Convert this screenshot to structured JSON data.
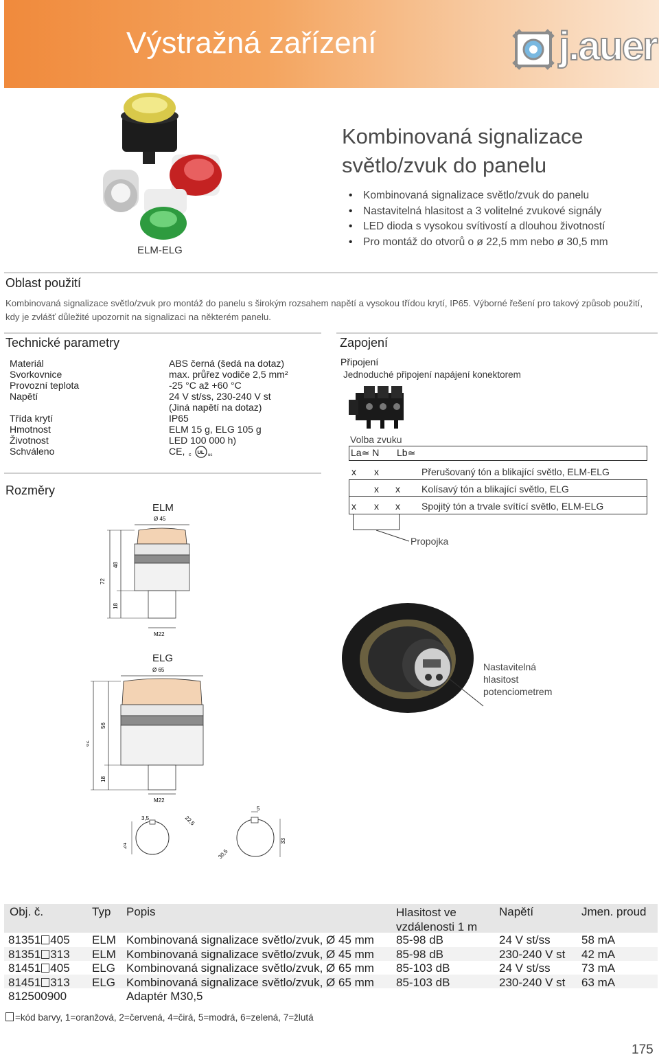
{
  "header": {
    "title": "Výstražná zařízení",
    "logo_text": "j.auer"
  },
  "product": {
    "caption": "ELM-ELG",
    "title_line1": "Kombinovaná signalizace",
    "title_line2": "světlo/zvuk do panelu",
    "bullets": [
      "Kombinovaná signalizace světlo/zvuk do panelu",
      "Nastavitelná hlasitost a 3 volitelné zvukové signály",
      "LED dioda s vysokou svítivostí a dlouhou životností",
      "Pro montáž do otvorů o ø 22,5 mm nebo ø 30,5 mm"
    ]
  },
  "usage": {
    "heading": "Oblast použití",
    "text": "Kombinovaná signalizace světlo/zvuk pro montáž do panelu s širokým rozsahem napětí a vysokou třídou krytí, IP65. Výborné řešení pro takový způsob použití, kdy je zvlášť důležité upozornit na signalizaci na některém panelu."
  },
  "specs": {
    "heading": "Technické parametry",
    "labels": [
      "Materiál",
      "Svorkovnice",
      "Provozní teplota",
      "Napětí",
      "",
      "Třída krytí",
      "Hmotnost",
      "Životnost",
      "Schváleno"
    ],
    "values": [
      "ABS černá (šedá na dotaz)",
      "max. průřez vodiče 2,5 mm²",
      "-25 °C až +60 °C",
      "24 V st/ss, 230-240 V st",
      "(Jiná napětí na dotaz)",
      "IP65",
      "ELM 15 g, ELG 105 g",
      "LED 100 000 h)",
      "CE,"
    ],
    "ul_mark": {
      "c": "c",
      "ul": "UL",
      "us": "us"
    }
  },
  "connection": {
    "heading": "Zapojení",
    "subheading": "Připojení",
    "description": "Jednoduché připojení napájení konektorem",
    "sound_label": "Volba zvuku",
    "col_la": "La≃ N",
    "col_lb": "Lb≃",
    "rows": [
      {
        "marks": [
          "x",
          "x",
          ""
        ],
        "desc": "Přerušovaný tón a blikající světlo, ELM-ELG"
      },
      {
        "marks": [
          "",
          "x",
          "x"
        ],
        "desc": "Kolísavý tón a blikající světlo, ELG"
      },
      {
        "marks": [
          "x",
          "x",
          "x"
        ],
        "desc": "Spojitý tón a trvale svítící světlo, ELM-ELG"
      }
    ],
    "jumper_label": "Propojka",
    "pot_label": [
      "Nastavitelná",
      "hlasitost",
      "potenciometrem"
    ]
  },
  "dimensions": {
    "heading": "Rozměry",
    "elm": {
      "label": "ELM",
      "dia": "Ø 45",
      "h_total": "72",
      "h_top": "48",
      "h_thread": "18",
      "thread": "M22"
    },
    "elg": {
      "label": "ELG",
      "dia": "Ø 65",
      "h_total": "82",
      "h_top": "56",
      "h_thread": "18",
      "thread": "M22"
    },
    "cutout": {
      "a": "3,5",
      "b": "22,5",
      "c": "5",
      "d": "24",
      "e": "30,5",
      "f": "33"
    }
  },
  "table": {
    "headers": [
      "Obj. č.",
      "Typ",
      "Popis",
      "Hlasitost ve vzdálenosti 1 m",
      "Napětí",
      "Jmen. proud"
    ],
    "rows": [
      {
        "code_a": "81351",
        "code_b": "405",
        "type": "ELM",
        "desc": "Kombinovaná signalizace světlo/zvuk, Ø 45 mm",
        "loud": "85-98 dB",
        "volt": "24 V st/ss",
        "curr": "58 mA"
      },
      {
        "code_a": "81351",
        "code_b": "313",
        "type": "ELM",
        "desc": "Kombinovaná signalizace světlo/zvuk, Ø 45 mm",
        "loud": "85-98 dB",
        "volt": "230-240 V st",
        "curr": "42 mA"
      },
      {
        "code_a": "81451",
        "code_b": "405",
        "type": "ELG",
        "desc": "Kombinovaná signalizace světlo/zvuk, Ø 65 mm",
        "loud": "85-103 dB",
        "volt": "24 V st/ss",
        "curr": "73 mA"
      },
      {
        "code_a": "81451",
        "code_b": "313",
        "type": "ELG",
        "desc": "Kombinovaná signalizace světlo/zvuk, Ø 65 mm",
        "loud": "85-103 dB",
        "volt": "230-240 V st",
        "curr": "63 mA"
      },
      {
        "code_a": "812500900",
        "code_b": "",
        "type": "",
        "desc": "Adaptér M30,5",
        "loud": "",
        "volt": "",
        "curr": ""
      }
    ],
    "footnote": "=kód barvy, 1=oranžová, 2=červená, 4=čirá, 5=modrá, 6=zelená, 7=žlutá"
  },
  "page_number": "175",
  "colors": {
    "header_orange": "#f08a3c",
    "rule": "#cfcfcf",
    "table_head": "#e6e6e6"
  }
}
